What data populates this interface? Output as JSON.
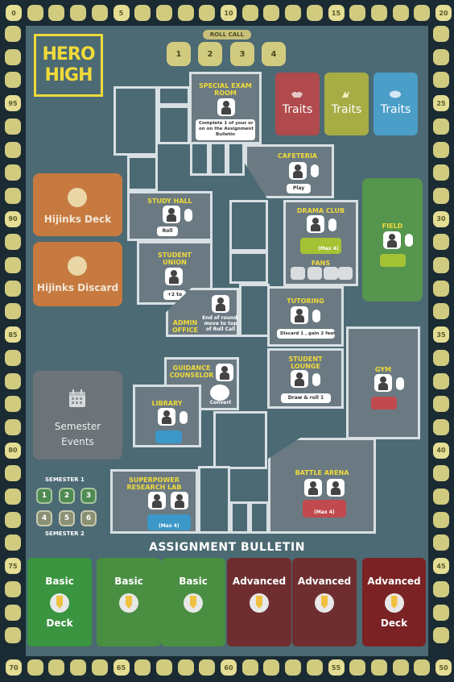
{
  "logo": [
    "HERO",
    "HIGH"
  ],
  "track": {
    "top": [
      "0",
      "",
      "",
      "",
      "",
      "5",
      "",
      "",
      "",
      "",
      "10",
      "",
      "",
      "",
      "",
      "15",
      "",
      "",
      "",
      "",
      "20"
    ],
    "left": [
      "",
      "",
      "",
      "95",
      "",
      "",
      "",
      "",
      "90",
      "",
      "",
      "",
      "",
      "85",
      "",
      "",
      "",
      "",
      "80",
      "",
      "",
      "",
      "",
      "75",
      "",
      "",
      ""
    ],
    "right": [
      "",
      "",
      "",
      "25",
      "",
      "",
      "",
      "",
      "30",
      "",
      "",
      "",
      "",
      "35",
      "",
      "",
      "",
      "",
      "40",
      "",
      "",
      "",
      "",
      "45",
      "",
      "",
      ""
    ],
    "bottom": [
      "70",
      "",
      "",
      "",
      "",
      "65",
      "",
      "",
      "",
      "",
      "60",
      "",
      "",
      "",
      "",
      "55",
      "",
      "",
      "",
      "",
      "50"
    ]
  },
  "roll_call": {
    "label": "ROLL CALL",
    "slots": [
      "1",
      "2",
      "3",
      "4"
    ]
  },
  "traits": [
    {
      "label": "Traits",
      "color": "#b14a4c"
    },
    {
      "label": "Traits",
      "color": "#a7ad44"
    },
    {
      "label": "Traits",
      "color": "#4a9ec7"
    }
  ],
  "hijinks_deck": "Hijinks Deck",
  "hijinks_discard": "Hijinks Discard",
  "semester_events": [
    "Semester",
    "Events"
  ],
  "semesters": {
    "s1": "SEMESTER 1",
    "s2": "SEMESTER 2",
    "slots": [
      "1",
      "2",
      "3",
      "4",
      "5",
      "6"
    ]
  },
  "rooms": {
    "special_exam": {
      "name": [
        "SPECIAL EXAM",
        "ROOM"
      ],
      "text": [
        "Complete 1 of your  or",
        "on  on the Assignment",
        "Bulletin"
      ]
    },
    "cafeteria": {
      "name": "CAFETERIA",
      "chip": "Play"
    },
    "study_hall": {
      "name": "STUDY HALL",
      "chip": "Roll"
    },
    "drama_club": {
      "name": "DRAMA CLUB",
      "max": "(Max 4)",
      "fans": "FANS"
    },
    "field": {
      "name": "FIELD"
    },
    "student_union": {
      "name": [
        "STUDENT",
        "UNION"
      ],
      "chip": "+2 to"
    },
    "admin_office": {
      "name": [
        "ADMIN",
        "OFFICE"
      ],
      "text": [
        "End of round,",
        "move to top",
        "of Roll Call"
      ]
    },
    "tutoring": {
      "name": "TUTORING",
      "chip": "Discard 1 , gain 2 feat"
    },
    "student_lounge": {
      "name": [
        "STUDENT",
        "LOUNGE"
      ],
      "chip": "Draw  & roll 1"
    },
    "gym": {
      "name": "GYM"
    },
    "guidance": {
      "name": [
        "GUIDANCE",
        "COUNSELOR"
      ],
      "chip": "Convert"
    },
    "library": {
      "name": "LIBRARY"
    },
    "superpower_lab": {
      "name": [
        "SUPERPOWER",
        "RESEARCH LAB"
      ],
      "max": "(Max 4)"
    },
    "battle_arena": {
      "name": "BATTLE ARENA",
      "max": "(Max 4)"
    }
  },
  "assignment_bulletin": "ASSIGNMENT BULLETIN",
  "decks": [
    {
      "label": "Basic",
      "sub": "Deck",
      "color": "#3a9440"
    },
    {
      "label": "Basic",
      "sub": "",
      "color": "#4a8e42"
    },
    {
      "label": "Basic",
      "sub": "",
      "color": "#4a8e42"
    },
    {
      "label": "Advanced",
      "sub": "",
      "color": "#6e2e30"
    },
    {
      "label": "Advanced",
      "sub": "",
      "color": "#6e2e30"
    },
    {
      "label": "Advanced",
      "sub": "Deck",
      "color": "#7a2224"
    }
  ]
}
